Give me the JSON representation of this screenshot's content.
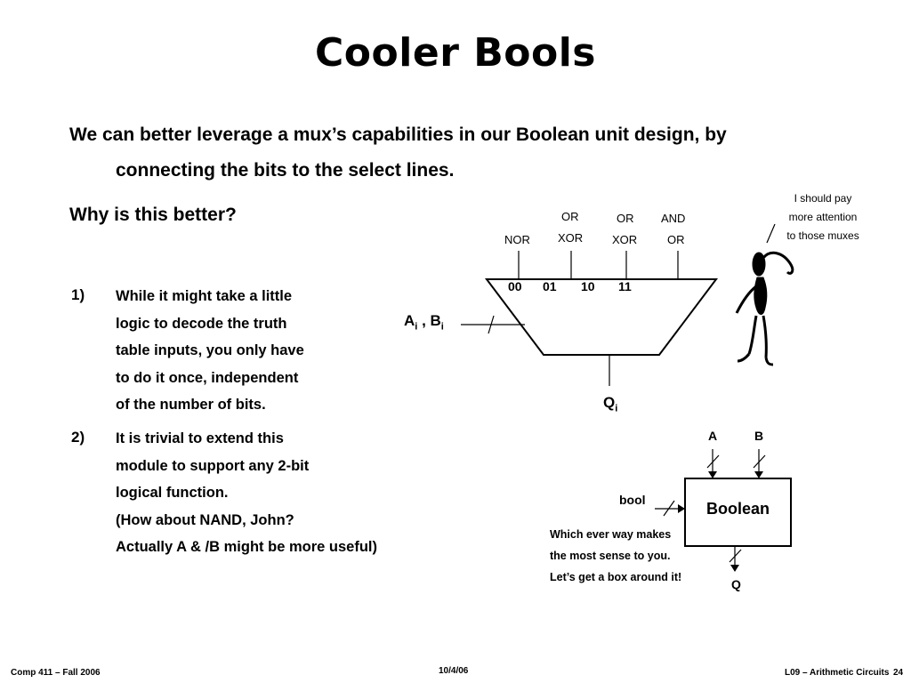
{
  "slide": {
    "title": "Cooler Bools",
    "bullet1_line1": "We can better leverage a mux’s capabilities in our Boolean unit design, by",
    "bullet1_line2": "connecting the bits to the select lines.",
    "bullet2": "Why is this better?",
    "list": [
      {
        "num": "1)",
        "lines": [
          "While it might take a little",
          "logic to decode the truth",
          "table inputs, you only have",
          "to do it once, independent",
          "of the number of bits."
        ]
      },
      {
        "num": "2)",
        "lines": [
          "It is trivial to extend this",
          "module to support any 2-bit",
          "logical function.",
          "(How about NAND, John?",
          "Actually A & /B might be more useful)"
        ]
      }
    ]
  },
  "mux": {
    "input_labels": [
      {
        "top": "",
        "bottom": "NOR"
      },
      {
        "top": "OR",
        "bottom": "XOR"
      },
      {
        "top": "OR",
        "bottom": "XOR"
      },
      {
        "top": "AND",
        "bottom": "OR"
      }
    ],
    "select_codes": [
      "00",
      "01",
      "10",
      "11"
    ],
    "select_input": {
      "main": "A",
      "sub1": "i",
      "sep": " , ",
      "main2": "B",
      "sub2": "i"
    },
    "output": {
      "main": "Q",
      "sub": "i"
    }
  },
  "stick_figure_caption": [
    "I should pay",
    "more attention",
    "to those muxes"
  ],
  "boolean_box": {
    "label": "Boolean",
    "input_a": "A",
    "input_b": "B",
    "input_bool": "bool",
    "output": "Q"
  },
  "box_note": [
    "Which ever way makes",
    "the most sense to you.",
    "Let’s get a box around it!"
  ],
  "footer": {
    "left": "Comp 411 – Fall 2006",
    "center": "10/4/06",
    "right": "L09 – Arithmetic Circuits",
    "page": "24"
  }
}
